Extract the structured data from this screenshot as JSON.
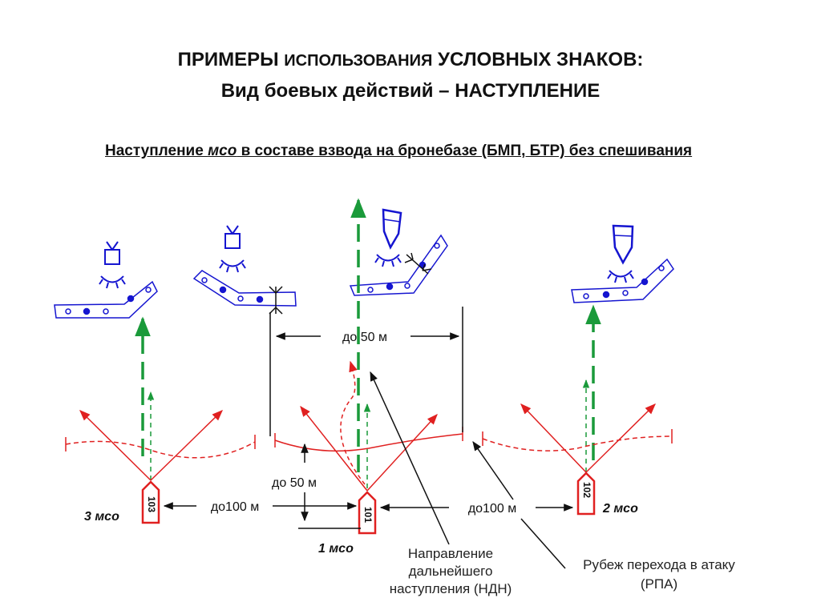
{
  "title": {
    "line1_a": "ПРИМЕРЫ ",
    "line1_b": "ИСПОЛЬЗОВАНИЯ",
    "line1_c": " УСЛОВНЫХ ЗНАКОВ:",
    "line2": "Вид боевых действий – НАСТУПЛЕНИЕ"
  },
  "subtitle": {
    "part1": "Наступление ",
    "part2_italic": "мсо",
    "part3": " в составе взвода на бронебазе (БМП, БТР) без спешивания"
  },
  "diagram": {
    "distance_top": "до 50 м",
    "distance_mid": "до 50 м",
    "distance_left": "до100 м",
    "distance_right": "до100 м",
    "squad_left": "3 мсо",
    "squad_center": "1 мсо",
    "squad_right": "2 мсо",
    "vehicle_left": "103",
    "vehicle_center": "101",
    "vehicle_right": "102",
    "callout_ndn": [
      "Направление",
      "дальнейшего",
      "наступления (НДН)"
    ],
    "callout_rpa": [
      "Рубеж перехода в атаку",
      "(РПА)"
    ]
  },
  "colors": {
    "red": "#e02020",
    "green": "#1a9a3a",
    "blue": "#1515d0",
    "black": "#111111"
  }
}
